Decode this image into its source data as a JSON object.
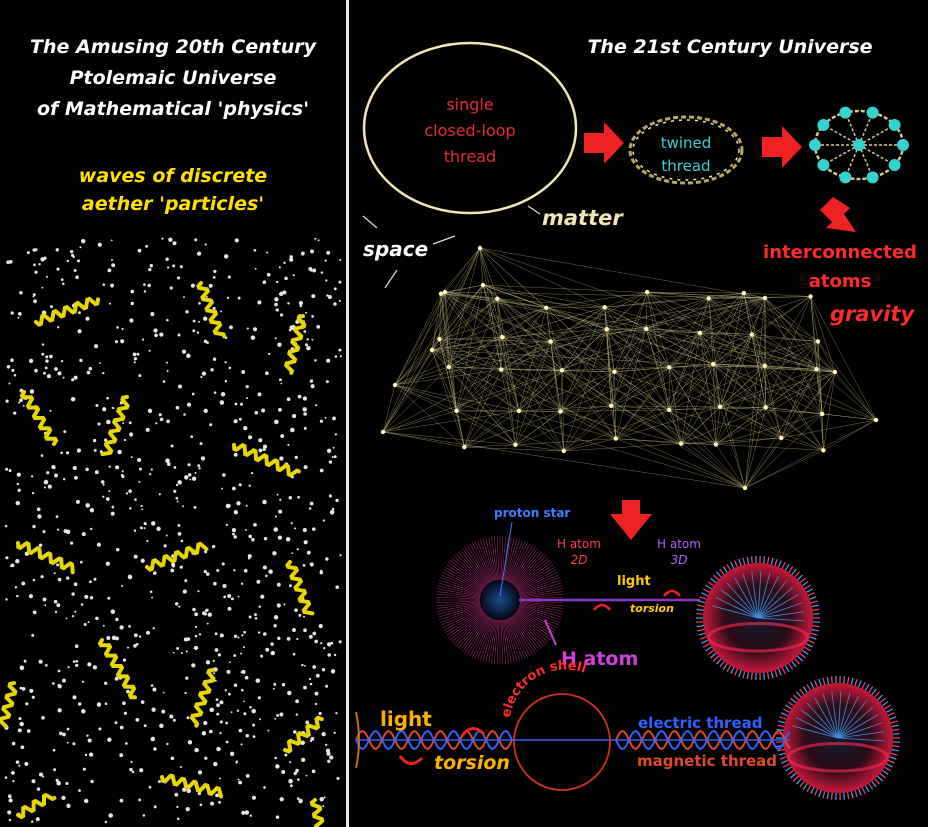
{
  "left_panel": {
    "title_lines": [
      "The Amusing 20th Century",
      "Ptolemaic Universe",
      "of Mathematical 'physics'"
    ],
    "subtitle_lines": [
      "waves of discrete",
      "aether 'particles'"
    ]
  },
  "right_panel": {
    "title": "The 21st Century Universe",
    "loop_label_lines": [
      "single",
      "closed-loop",
      "thread"
    ],
    "twined_label_lines": [
      "twined",
      "thread"
    ],
    "matter_label": "matter",
    "space_label": "space",
    "interconnected_label_lines": [
      "interconnected",
      "atoms"
    ],
    "gravity_label": "gravity",
    "proton_star_label": "proton star",
    "h_atom_2d_lines": [
      "H atom",
      "2D"
    ],
    "h_atom_3d_lines": [
      "H atom",
      "3D"
    ],
    "light_small": "light",
    "torsion_small": "torsion",
    "h_atom_label": "H atom",
    "electron_shell_label": "electron shell",
    "light_big": "light",
    "torsion_big": "torsion",
    "electric_thread_label": "electric thread",
    "magnetic_thread_label": "magnetic thread"
  },
  "colors": {
    "background": "#000000",
    "divider": "#e8e8e8",
    "wave": "#e8d600",
    "arrow": "#ee2222",
    "loop": "#efe6b8",
    "network": "#d9cc8c",
    "cyan": "#35d2d2"
  }
}
